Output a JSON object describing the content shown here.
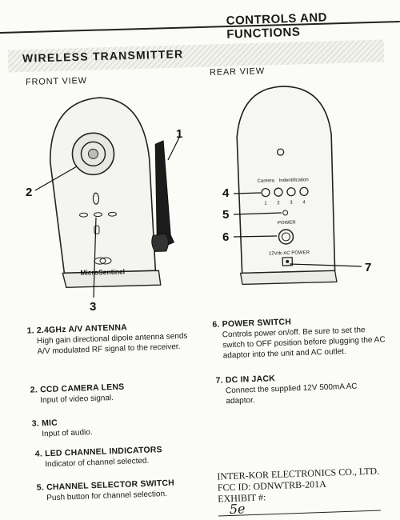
{
  "header": {
    "title": "CONTROLS AND FUNCTIONS"
  },
  "section": {
    "title": "WIRELESS TRANSMITTER"
  },
  "views": {
    "front": "FRONT VIEW",
    "rear": "REAR VIEW"
  },
  "front_device": {
    "brand": "MicroSentinel",
    "callouts": [
      "1",
      "2",
      "3"
    ]
  },
  "rear_device": {
    "label_camera": "Camera",
    "label_ident": "Indentification",
    "channel_numbers": [
      "1",
      "2",
      "3",
      "4"
    ],
    "power_label": "POWER",
    "ac_label": "12Vdc AC POWER",
    "callouts": [
      "4",
      "5",
      "6",
      "7"
    ]
  },
  "items_left": [
    {
      "num": "1.",
      "title": "2.4GHz A/V ANTENNA",
      "desc": "High gain directional dipole antenna sends A/V modulated RF signal to the receiver."
    },
    {
      "num": "2.",
      "title": "CCD CAMERA LENS",
      "desc": "Input of video signal."
    },
    {
      "num": "3.",
      "title": "MIC",
      "desc": "Input of audio."
    },
    {
      "num": "4.",
      "title": "LED CHANNEL INDICATORS",
      "desc": "Indicator of channel selected."
    },
    {
      "num": "5.",
      "title": "CHANNEL SELECTOR SWITCH",
      "desc": "Push button for channel selection."
    }
  ],
  "items_right": [
    {
      "num": "6.",
      "title": "POWER SWITCH",
      "desc": "Controls power on/off. Be sure to set the switch to OFF position before plugging the AC adaptor into the unit and AC outlet."
    },
    {
      "num": "7.",
      "title": "DC IN JACK",
      "desc": "Connect the supplied 12V 500mA AC adaptor."
    }
  ],
  "footer": {
    "company": "INTER-KOR ELECTRONICS CO., LTD.",
    "fcc": "FCC ID: ODNWTRB-201A",
    "exhibit_label": "EXHIBIT #:",
    "exhibit_value": "5e"
  }
}
